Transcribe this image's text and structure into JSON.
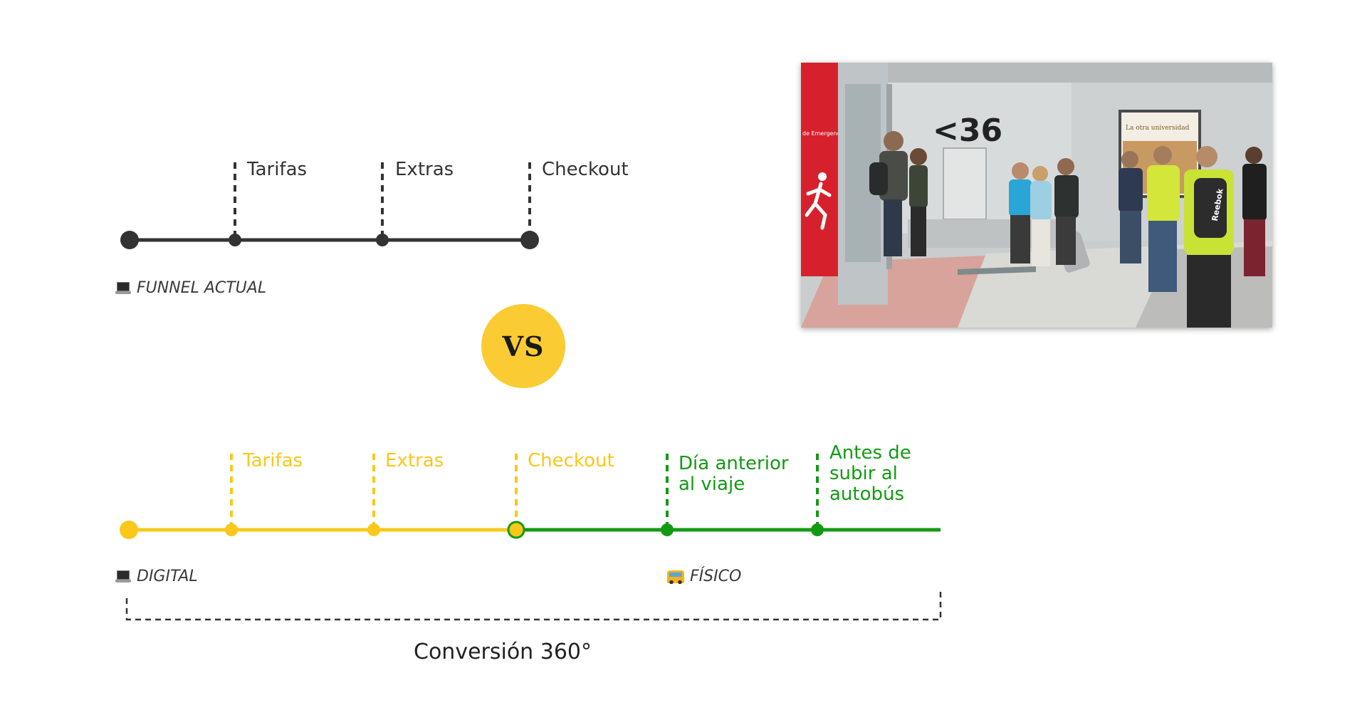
{
  "funnel_actual": {
    "caption": "FUNNEL ACTUAL",
    "steps": [
      "Tarifas",
      "Extras",
      "Checkout"
    ]
  },
  "vs_label": "VS",
  "new_funnel": {
    "digital_caption": "DIGITAL",
    "fisico_caption": "FÍSICO",
    "digital_steps": [
      "Tarifas",
      "Extras",
      "Checkout"
    ],
    "physical_steps": [
      [
        "Día anterior",
        "al viaje"
      ],
      [
        "Antes de",
        "subir al",
        "autobús"
      ]
    ]
  },
  "conversion_label": "Conversión 360°",
  "photo": {
    "gate_sign": "<36",
    "red_panel_text": "de Emergencia",
    "poster_text": "La otra universidad",
    "backpack_brand": "Reebok"
  },
  "colors": {
    "dark": "#333333",
    "yellow": "#f9c81a",
    "green": "#139a13",
    "vs_badge": "#fbcb33"
  },
  "icons": {
    "funnel_actual": "laptop-icon",
    "digital": "laptop-icon",
    "fisico": "bus-icon"
  }
}
